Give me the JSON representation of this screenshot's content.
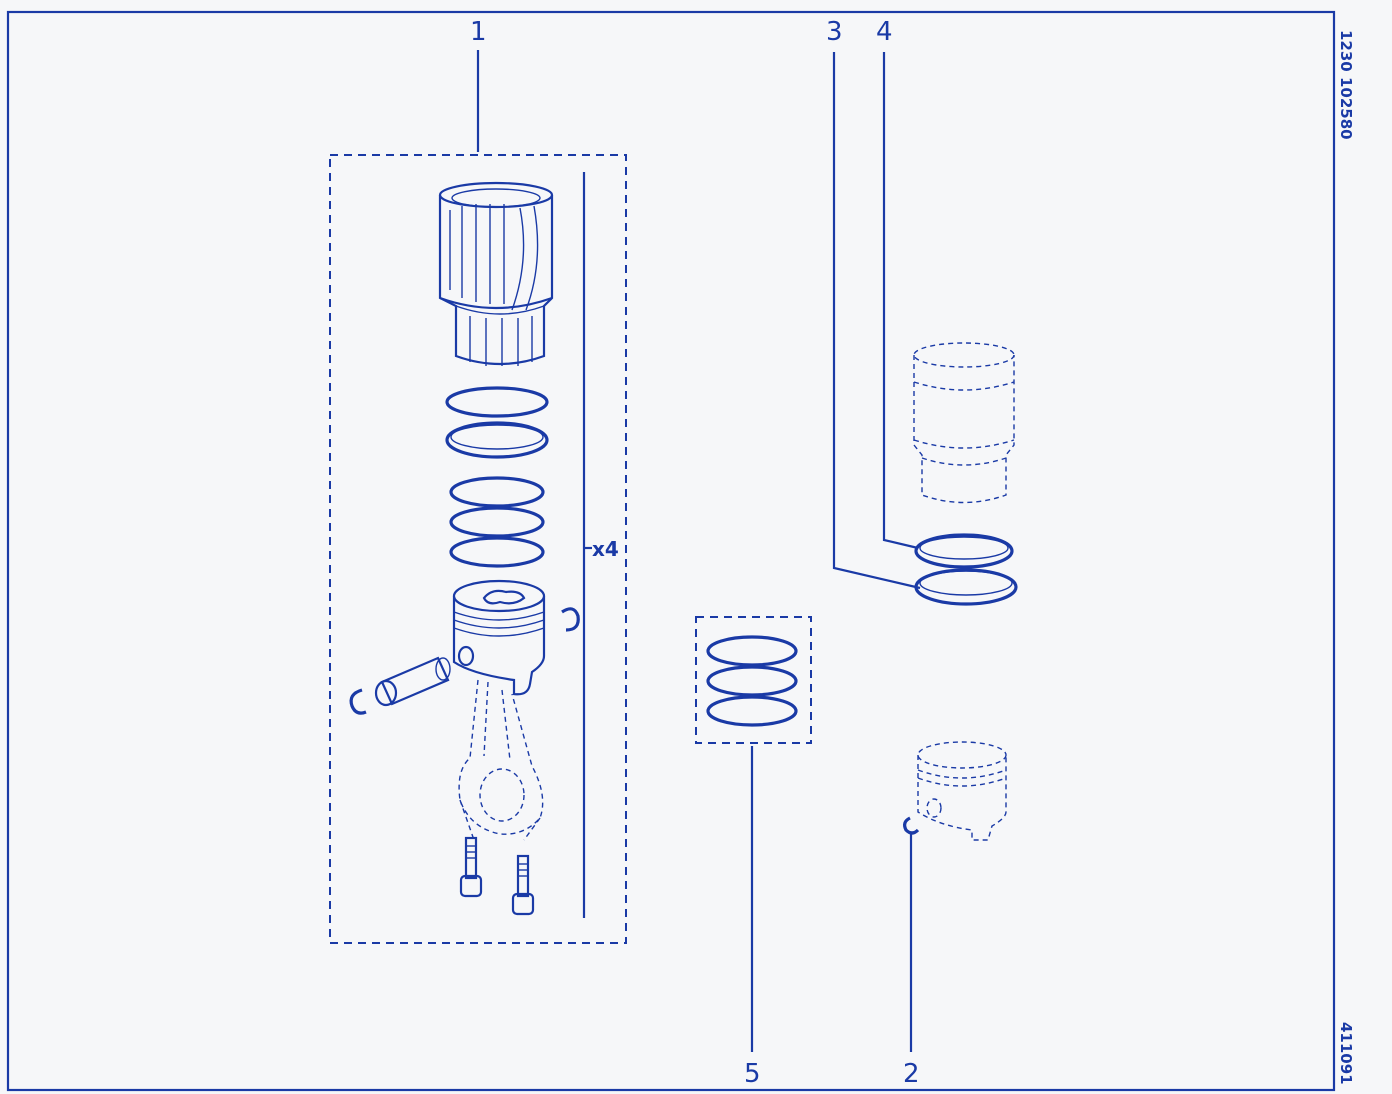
{
  "callouts": [
    "1",
    "2",
    "3",
    "4",
    "5"
  ],
  "quantity_label": "x4",
  "side_reference_top": "1230 102580",
  "side_reference_bottom": "411091",
  "colors": {
    "ink": "#1a3aa6",
    "paper": "#f6f7f9"
  }
}
